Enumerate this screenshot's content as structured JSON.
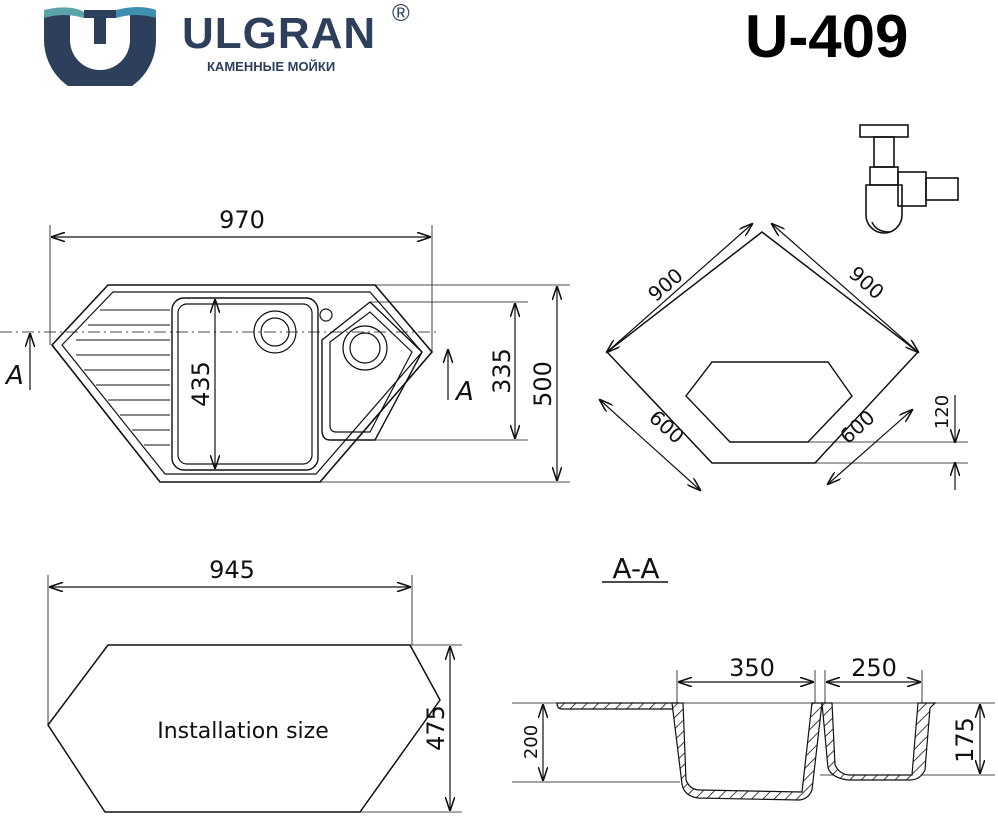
{
  "header": {
    "brand": "ULGRAN",
    "registered": "®",
    "tagline": "КАМЕННЫЕ МОЙКИ",
    "model": "U-409"
  },
  "plan_view": {
    "width": "970",
    "depth": "500",
    "bowl_large_depth": "435",
    "bowl_small_depth": "335",
    "section_mark_left": "A",
    "section_mark_right": "A"
  },
  "corner_view": {
    "side_left": "900",
    "side_right": "900",
    "front_left": "600",
    "front_right": "600",
    "offset": "120"
  },
  "installation": {
    "width": "945",
    "depth": "475",
    "label": "Installation size"
  },
  "section": {
    "title": "A-A",
    "bowl_large_width": "350",
    "bowl_small_width": "250",
    "depth_large": "200",
    "depth_small": "175"
  },
  "colors": {
    "brand": "#2e3f5c",
    "logo_accent": "#3f8fb0",
    "line": "#111111"
  }
}
